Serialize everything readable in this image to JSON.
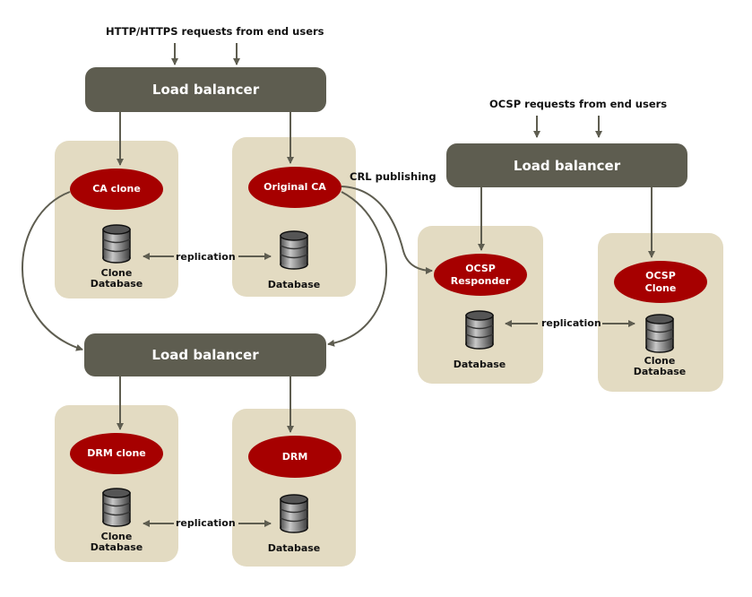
{
  "colors": {
    "panel": "#e3dbc2",
    "load_balancer": "#5e5d50",
    "subsystem": "#a60000",
    "arrow": "#5e5d50",
    "text": "#111111"
  },
  "ca_section": {
    "request_label": "HTTP/HTTPS requests from end users",
    "load_balancer": "Load balancer",
    "clone": {
      "name": "CA clone",
      "db_label": "Clone\nDatabase"
    },
    "original": {
      "name": "Original CA",
      "db_label": "Database"
    },
    "replication_label": "replication",
    "crl_label": "CRL publishing"
  },
  "drm_section": {
    "load_balancer": "Load balancer",
    "clone": {
      "name": "DRM clone",
      "db_label": "Clone\nDatabase"
    },
    "original": {
      "name": "DRM",
      "db_label": "Database"
    },
    "replication_label": "replication"
  },
  "ocsp_section": {
    "request_label": "OCSP requests from end users",
    "load_balancer": "Load balancer",
    "responder": {
      "name": "OCSP\nResponder",
      "db_label": "Database"
    },
    "clone": {
      "name": "OCSP\nClone",
      "db_label": "Clone\nDatabase"
    },
    "replication_label": "replication"
  }
}
